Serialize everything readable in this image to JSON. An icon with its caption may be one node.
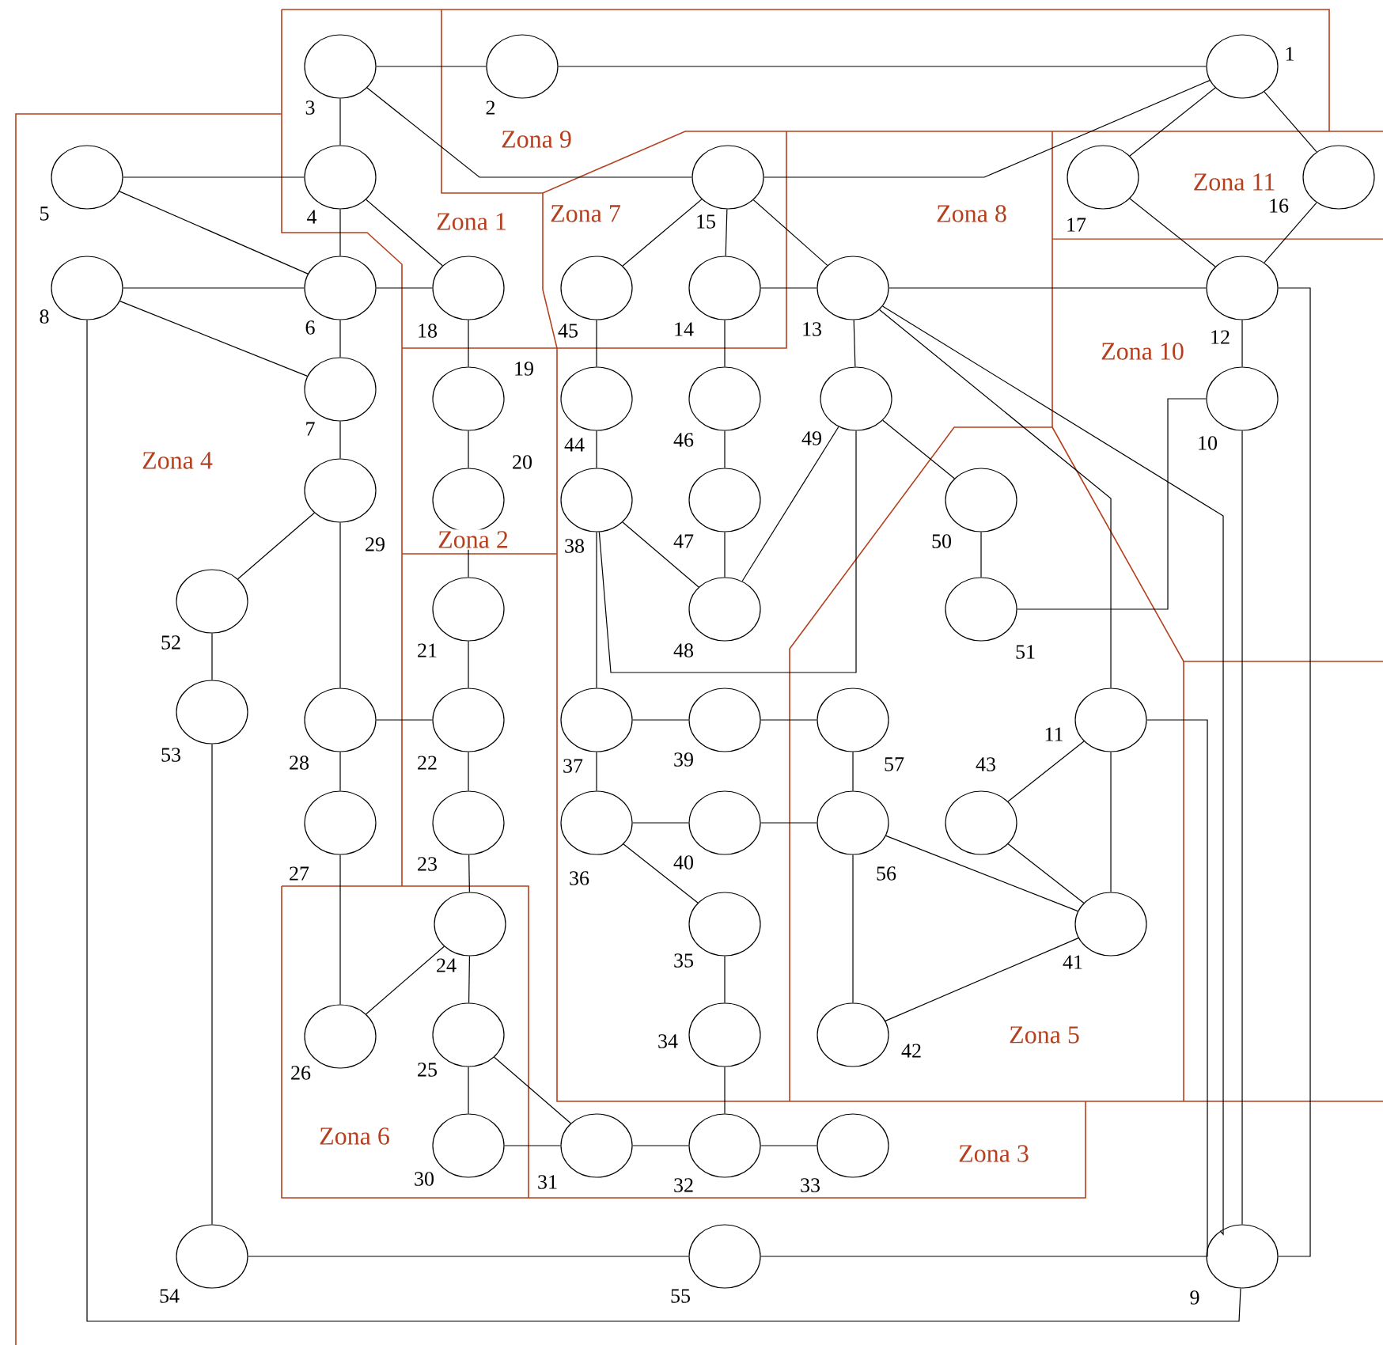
{
  "diagram": {
    "nodes": [
      {
        "text": [],
        "shape": "ellipse",
        "beside": [
          "3"
        ]
      },
      {
        "text": [],
        "shape": "ellipse",
        "beside": [
          "2"
        ]
      },
      {
        "text": [],
        "shape": "ellipse",
        "beside": [
          "1"
        ]
      },
      {
        "text": [],
        "shape": "ellipse",
        "beside": [
          "5"
        ]
      },
      {
        "text": [],
        "shape": "ellipse",
        "beside": [
          "4"
        ]
      },
      {
        "text": [],
        "shape": "ellipse",
        "beside": [
          "15"
        ]
      },
      {
        "text": [],
        "shape": "ellipse",
        "beside": [
          "17"
        ]
      },
      {
        "text": [],
        "shape": "ellipse",
        "beside": [
          "16"
        ]
      },
      {
        "text": [],
        "shape": "ellipse",
        "beside": [
          "8"
        ]
      },
      {
        "text": [],
        "shape": "ellipse",
        "beside": [
          "6"
        ]
      },
      {
        "text": [],
        "shape": "ellipse",
        "beside": [
          "18"
        ]
      },
      {
        "text": [],
        "shape": "ellipse",
        "beside": [
          "45"
        ]
      },
      {
        "text": [],
        "shape": "ellipse",
        "beside": [
          "14"
        ]
      },
      {
        "text": [],
        "shape": "ellipse",
        "beside": [
          "13"
        ]
      },
      {
        "text": [],
        "shape": "ellipse",
        "beside": [
          "12"
        ]
      },
      {
        "text": [],
        "shape": "ellipse",
        "beside": [
          "7"
        ]
      },
      {
        "text": [],
        "shape": "ellipse",
        "beside": [
          "19"
        ]
      },
      {
        "text": [],
        "shape": "ellipse",
        "beside": [
          "44"
        ]
      },
      {
        "text": [],
        "shape": "ellipse",
        "beside": [
          "46"
        ]
      },
      {
        "text": [],
        "shape": "ellipse",
        "beside": [
          "49"
        ]
      },
      {
        "text": [],
        "shape": "ellipse",
        "beside": [
          "10"
        ]
      },
      {
        "text": [],
        "shape": "ellipse",
        "beside": [
          "29"
        ]
      },
      {
        "text": [],
        "shape": "ellipse",
        "beside": [
          "20"
        ]
      },
      {
        "text": [],
        "shape": "ellipse",
        "beside": [
          "38"
        ]
      },
      {
        "text": [],
        "shape": "ellipse",
        "beside": [
          "47"
        ]
      },
      {
        "text": [],
        "shape": "ellipse",
        "beside": [
          "50"
        ]
      },
      {
        "text": [],
        "shape": "ellipse",
        "beside": [
          "52"
        ]
      },
      {
        "text": [],
        "shape": "ellipse",
        "beside": [
          "21"
        ]
      },
      {
        "text": [],
        "shape": "ellipse",
        "beside": [
          "48"
        ]
      },
      {
        "text": [],
        "shape": "ellipse",
        "beside": [
          "51"
        ]
      },
      {
        "text": [],
        "shape": "ellipse",
        "beside": [
          "53"
        ]
      },
      {
        "text": [],
        "shape": "ellipse",
        "beside": [
          "28"
        ]
      },
      {
        "text": [],
        "shape": "ellipse",
        "beside": [
          "22"
        ]
      },
      {
        "text": [],
        "shape": "ellipse",
        "beside": [
          "37"
        ]
      },
      {
        "text": [],
        "shape": "ellipse",
        "beside": [
          "39"
        ]
      },
      {
        "text": [],
        "shape": "ellipse",
        "beside": [
          "57"
        ]
      },
      {
        "text": [],
        "shape": "ellipse",
        "beside": [
          "11"
        ]
      },
      {
        "text": [],
        "shape": "ellipse",
        "beside": [
          "27"
        ]
      },
      {
        "text": [],
        "shape": "ellipse",
        "beside": [
          "23"
        ]
      },
      {
        "text": [],
        "shape": "ellipse",
        "beside": [
          "36"
        ]
      },
      {
        "text": [],
        "shape": "ellipse",
        "beside": [
          "40"
        ]
      },
      {
        "text": [],
        "shape": "ellipse",
        "beside": [
          "56"
        ]
      },
      {
        "text": [],
        "shape": "ellipse",
        "beside": [
          "43"
        ]
      },
      {
        "text": [],
        "shape": "ellipse",
        "beside": [
          "24"
        ]
      },
      {
        "text": [],
        "shape": "ellipse",
        "beside": [
          "35"
        ]
      },
      {
        "text": [],
        "shape": "ellipse",
        "beside": [
          "41"
        ]
      },
      {
        "text": [],
        "shape": "ellipse",
        "beside": [
          "26"
        ]
      },
      {
        "text": [],
        "shape": "ellipse",
        "beside": [
          "25"
        ]
      },
      {
        "text": [],
        "shape": "ellipse",
        "beside": [
          "34"
        ]
      },
      {
        "text": [],
        "shape": "ellipse",
        "beside": [
          "42"
        ]
      },
      {
        "text": [],
        "shape": "ellipse",
        "beside": [
          "30"
        ]
      },
      {
        "text": [],
        "shape": "ellipse",
        "beside": [
          "31"
        ]
      },
      {
        "text": [],
        "shape": "ellipse",
        "beside": [
          "32"
        ]
      },
      {
        "text": [],
        "shape": "ellipse",
        "beside": [
          "33"
        ]
      },
      {
        "text": [],
        "shape": "ellipse",
        "beside": [
          "54"
        ]
      },
      {
        "text": [],
        "shape": "ellipse",
        "beside": [
          "55"
        ]
      },
      {
        "text": [],
        "shape": "ellipse",
        "beside": [
          "9"
        ]
      }
    ],
    "edges": [
      {
        "from": 0,
        "to": 1,
        "arrow": "none"
      },
      {
        "from": 1,
        "to": 2,
        "arrow": "none"
      },
      {
        "from": 0,
        "to": 5,
        "arrow": "none"
      },
      {
        "from": 2,
        "to": 5,
        "arrow": "none"
      },
      {
        "from": 2,
        "to": 6,
        "arrow": "none"
      },
      {
        "from": 2,
        "to": 7,
        "arrow": "none"
      },
      {
        "from": 0,
        "to": 4,
        "arrow": "none"
      },
      {
        "from": 3,
        "to": 4,
        "arrow": "none"
      },
      {
        "from": 4,
        "to": 9,
        "arrow": "none"
      },
      {
        "from": 4,
        "to": 10,
        "arrow": "none"
      },
      {
        "from": 3,
        "to": 9,
        "arrow": "none"
      },
      {
        "from": 8,
        "to": 9,
        "arrow": "none"
      },
      {
        "from": 9,
        "to": 10,
        "arrow": "none"
      },
      {
        "from": 8,
        "to": 15,
        "arrow": "none"
      },
      {
        "from": 9,
        "to": 15,
        "arrow": "none"
      },
      {
        "from": 5,
        "to": 11,
        "arrow": "none"
      },
      {
        "from": 5,
        "to": 12,
        "arrow": "none"
      },
      {
        "from": 5,
        "to": 13,
        "arrow": "none"
      },
      {
        "from": 12,
        "to": 13,
        "arrow": "none"
      },
      {
        "from": 6,
        "to": 14,
        "arrow": "none"
      },
      {
        "from": 7,
        "to": 14,
        "arrow": "none"
      },
      {
        "from": 13,
        "to": 14,
        "arrow": "none"
      },
      {
        "from": 10,
        "to": 16,
        "arrow": "none"
      },
      {
        "from": 11,
        "to": 17,
        "arrow": "none"
      },
      {
        "from": 12,
        "to": 18,
        "arrow": "none"
      },
      {
        "from": 13,
        "to": 19,
        "arrow": "none"
      },
      {
        "from": 14,
        "to": 20,
        "arrow": "none"
      },
      {
        "from": 15,
        "to": 21,
        "arrow": "none"
      },
      {
        "from": 16,
        "to": 22,
        "arrow": "none"
      },
      {
        "from": 17,
        "to": 23,
        "arrow": "none"
      },
      {
        "from": 18,
        "to": 24,
        "arrow": "none"
      },
      {
        "from": 19,
        "to": 25,
        "arrow": "none"
      },
      {
        "from": 19,
        "to": 28,
        "arrow": "none"
      },
      {
        "from": 23,
        "to": 28,
        "arrow": "none"
      },
      {
        "from": 24,
        "to": 28,
        "arrow": "none"
      },
      {
        "from": 25,
        "to": 29,
        "arrow": "none"
      },
      {
        "from": 20,
        "to": 29,
        "arrow": "none"
      },
      {
        "from": 21,
        "to": 26,
        "arrow": "none"
      },
      {
        "from": 21,
        "to": 31,
        "arrow": "none"
      },
      {
        "from": 22,
        "to": 27,
        "arrow": "none"
      },
      {
        "from": 27,
        "to": 32,
        "arrow": "none"
      },
      {
        "from": 26,
        "to": 30,
        "arrow": "none"
      },
      {
        "from": 23,
        "to": 33,
        "arrow": "none"
      },
      {
        "from": 23,
        "to": 19,
        "arrow": "none"
      },
      {
        "from": 31,
        "to": 32,
        "arrow": "none"
      },
      {
        "from": 33,
        "to": 34,
        "arrow": "none"
      },
      {
        "from": 34,
        "to": 35,
        "arrow": "none"
      },
      {
        "from": 13,
        "to": 36,
        "arrow": "none"
      },
      {
        "from": 31,
        "to": 37,
        "arrow": "none"
      },
      {
        "from": 32,
        "to": 38,
        "arrow": "none"
      },
      {
        "from": 33,
        "to": 39,
        "arrow": "none"
      },
      {
        "from": 39,
        "to": 40,
        "arrow": "none"
      },
      {
        "from": 40,
        "to": 41,
        "arrow": "none"
      },
      {
        "from": 35,
        "to": 41,
        "arrow": "none"
      },
      {
        "from": 36,
        "to": 42,
        "arrow": "none"
      },
      {
        "from": 38,
        "to": 43,
        "arrow": "none"
      },
      {
        "from": 39,
        "to": 44,
        "arrow": "none"
      },
      {
        "from": 36,
        "to": 45,
        "arrow": "none"
      },
      {
        "from": 41,
        "to": 45,
        "arrow": "none"
      },
      {
        "from": 42,
        "to": 45,
        "arrow": "none"
      },
      {
        "from": 37,
        "to": 46,
        "arrow": "none"
      },
      {
        "from": 43,
        "to": 46,
        "arrow": "none"
      },
      {
        "from": 43,
        "to": 47,
        "arrow": "none"
      },
      {
        "from": 44,
        "to": 48,
        "arrow": "none"
      },
      {
        "from": 41,
        "to": 49,
        "arrow": "none"
      },
      {
        "from": 49,
        "to": 45,
        "arrow": "none"
      },
      {
        "from": 47,
        "to": 50,
        "arrow": "none"
      },
      {
        "from": 47,
        "to": 51,
        "arrow": "none"
      },
      {
        "from": 50,
        "to": 51,
        "arrow": "none"
      },
      {
        "from": 51,
        "to": 52,
        "arrow": "none"
      },
      {
        "from": 48,
        "to": 52,
        "arrow": "none"
      },
      {
        "from": 52,
        "to": 53,
        "arrow": "none"
      },
      {
        "from": 30,
        "to": 54,
        "arrow": "none"
      },
      {
        "from": 54,
        "to": 55,
        "arrow": "none"
      },
      {
        "from": 55,
        "to": 56,
        "arrow": "none"
      },
      {
        "from": 8,
        "to": 56,
        "arrow": "none"
      },
      {
        "from": 13,
        "to": 56,
        "arrow": "none"
      },
      {
        "from": 36,
        "to": 56,
        "arrow": "none"
      },
      {
        "from": 20,
        "to": 56,
        "arrow": "none"
      },
      {
        "from": 14,
        "to": 56,
        "arrow": "none"
      }
    ],
    "labels": [
      "Zona 9",
      "Zona 11",
      "Zona 7",
      "Zona 8",
      "Zona 1",
      "Zona 10",
      "Zona 4",
      "Zona 2",
      "Zona 5",
      "Zona 6",
      "Zona 3"
    ]
  }
}
